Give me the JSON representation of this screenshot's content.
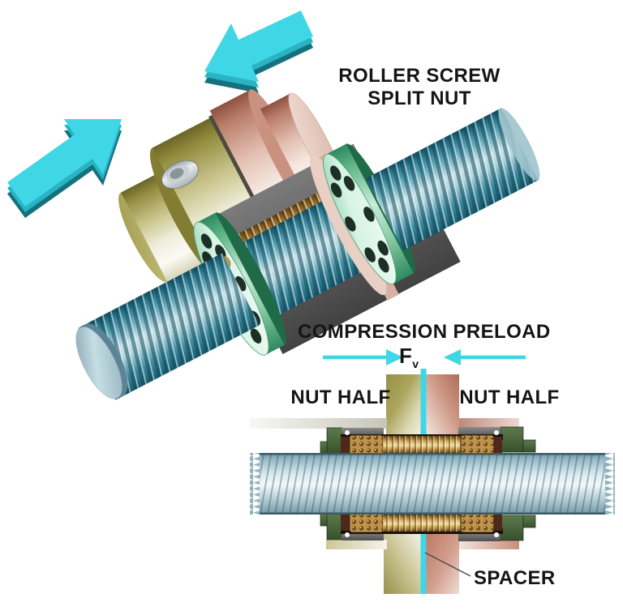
{
  "title": {
    "line1": "ROLLER SCREW",
    "line2": "SPLIT NUT"
  },
  "preload": {
    "heading": "COMPRESSION PRELOAD",
    "force_symbol": "F",
    "force_subscript": "v"
  },
  "labels": {
    "nut_half_left": "NUT HALF",
    "nut_half_right": "NUT HALF",
    "spacer": "SPACER"
  },
  "icons": {
    "arrow_down_left": "3d-arrow-down-left",
    "arrow_up_right": "3d-arrow-up-right",
    "preload_arrow_right": "preload-arrow-pointing-right",
    "preload_arrow_left": "preload-arrow-pointing-left"
  },
  "colors": {
    "cyan": "#3fd6e6",
    "cyan_dark": "#15717e",
    "cyan_mid": "#2ab3c2",
    "screw_teal": "#2a768c",
    "screw_highlight": "#cde4e9",
    "cross_screw_steel": "#dcebf0",
    "gold": "#d9b36b",
    "gold_dark": "#6b4a1c",
    "mint_green": "#7cc89b",
    "dark_green": "#44613a",
    "olive": "#938c3f",
    "copper_pink": "#b97d69",
    "plate_gray": "#5a5a5a",
    "maroon": "#4e281a",
    "text": "#151515"
  }
}
